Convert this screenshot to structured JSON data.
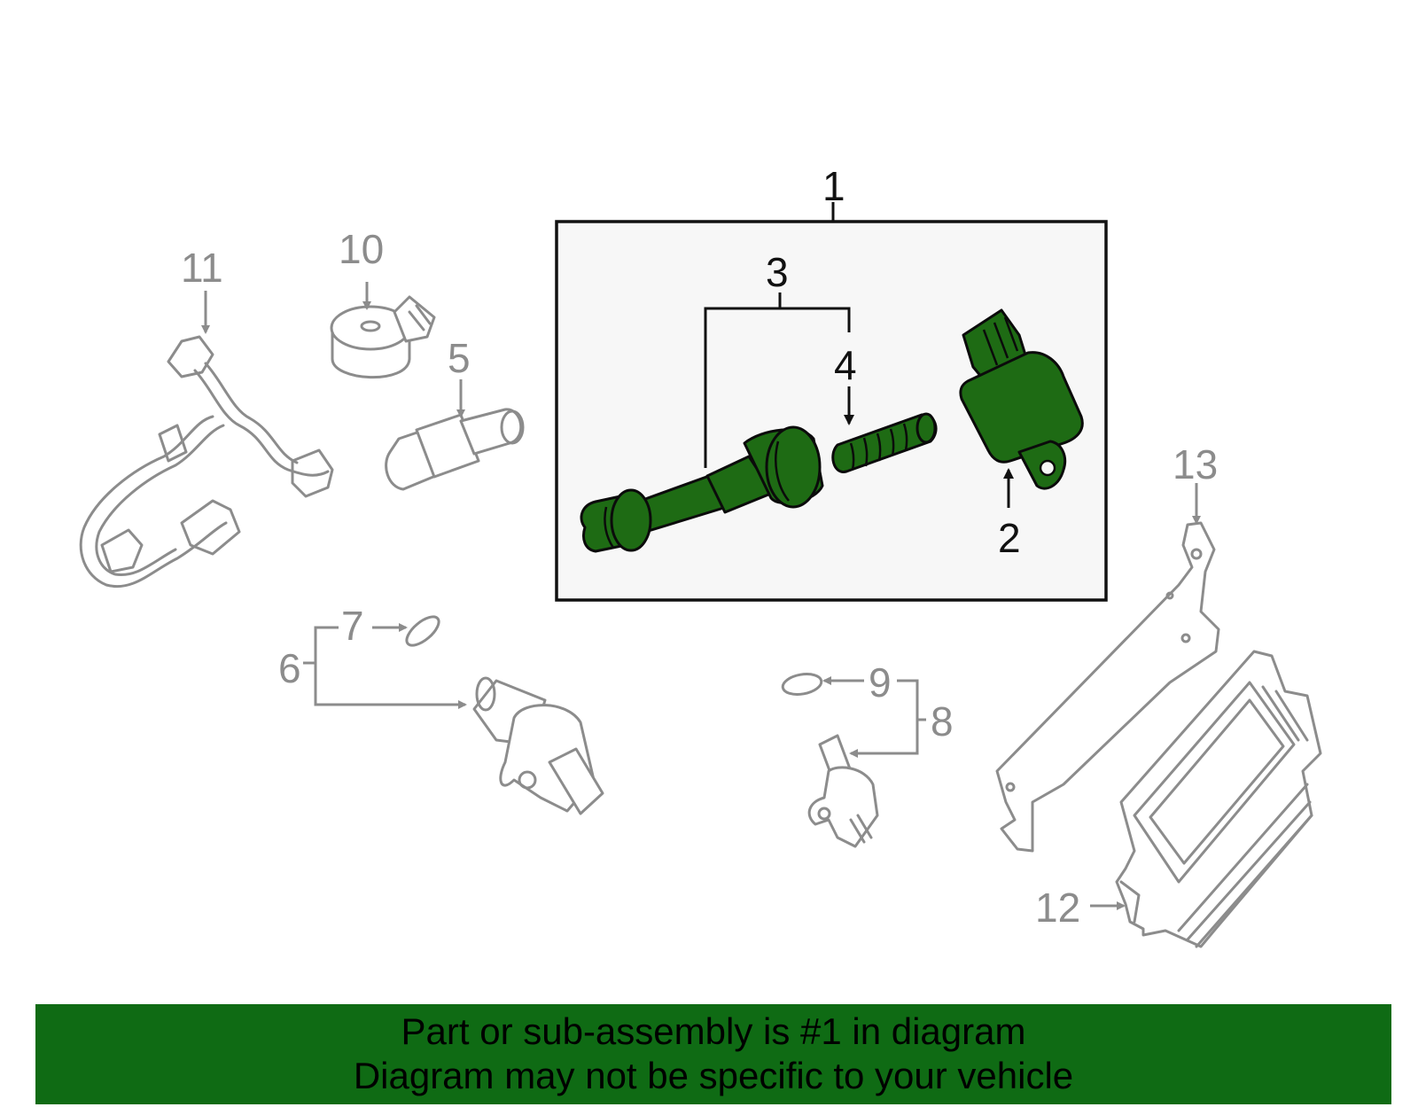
{
  "callouts": {
    "c1": "1",
    "c2": "2",
    "c3": "3",
    "c4": "4",
    "c5": "5",
    "c6": "6",
    "c7": "7",
    "c8": "8",
    "c9": "9",
    "c10": "10",
    "c11": "11",
    "c12": "12",
    "c13": "13"
  },
  "colors": {
    "highlight": "#1e6b14",
    "banner": "#0f6b14",
    "other_parts": "#8c8c8c",
    "panel": "#f7f7f7"
  },
  "banner": {
    "line1": "Part or sub-assembly is #1 in diagram",
    "line2": "Diagram may not be specific to your vehicle"
  }
}
